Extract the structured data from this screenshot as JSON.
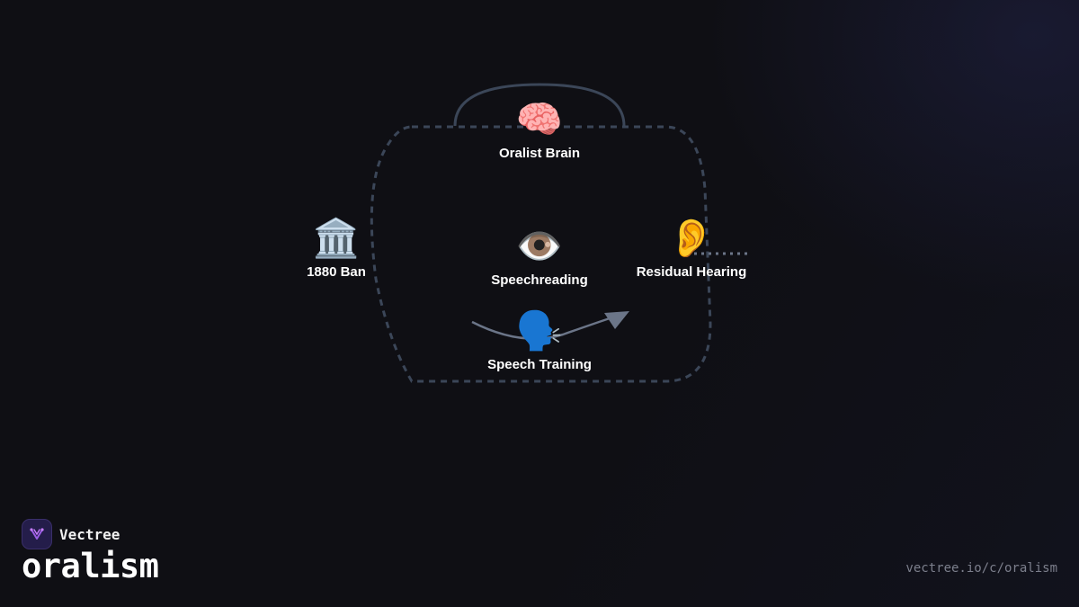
{
  "brand": {
    "name": "Vectree"
  },
  "page": {
    "title": "oralism",
    "url": "vectree.io/c/oralism"
  },
  "diagram": {
    "nodes": [
      {
        "id": "oralist-brain",
        "label": "Oralist Brain",
        "icon": "brain-icon",
        "glyph": "🧠"
      },
      {
        "id": "1880-ban",
        "label": "1880 Ban",
        "icon": "classical-building-icon",
        "glyph": "🏛️"
      },
      {
        "id": "speechreading",
        "label": "Speechreading",
        "icon": "eye-icon",
        "glyph": "👁️"
      },
      {
        "id": "residual-hearing",
        "label": "Residual Hearing",
        "icon": "ear-icon",
        "glyph": "👂"
      },
      {
        "id": "speech-training",
        "label": "Speech Training",
        "icon": "speaking-head-icon",
        "glyph": "🗣️"
      }
    ]
  },
  "colors": {
    "background": "#0f0f14",
    "connector": "#3b4658",
    "arrow": "#6b7588",
    "label": "#ffffff",
    "url": "#7c7f8c",
    "logo_bg": "#241d4a",
    "logo_mark": "#9b5de5"
  }
}
